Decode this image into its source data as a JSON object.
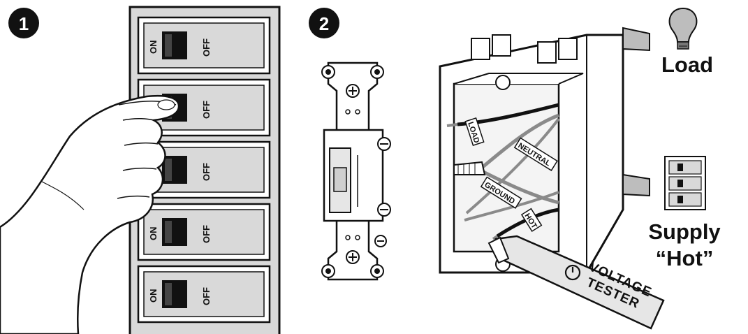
{
  "steps": [
    {
      "number": "1"
    },
    {
      "number": "2"
    }
  ],
  "breaker_panel": {
    "on_label": "ON",
    "off_label": "OFF"
  },
  "wire_labels": {
    "load": "LOAD",
    "neutral": "NEUTRAL",
    "ground": "GROUND",
    "hot": "HOT"
  },
  "tester": {
    "line1": "VOLTAGE",
    "line2": "TESTER"
  },
  "side_labels": {
    "load": "Load",
    "supply_line1": "Supply",
    "supply_line2": "“Hot”"
  },
  "colors": {
    "ink": "#111111",
    "panel_gray": "#d9d9d9",
    "wire_gray": "#8a8a8a",
    "box_white": "#ffffff"
  },
  "icons": [
    "light-bulb-icon",
    "breaker-panel-icon",
    "power-icon"
  ]
}
